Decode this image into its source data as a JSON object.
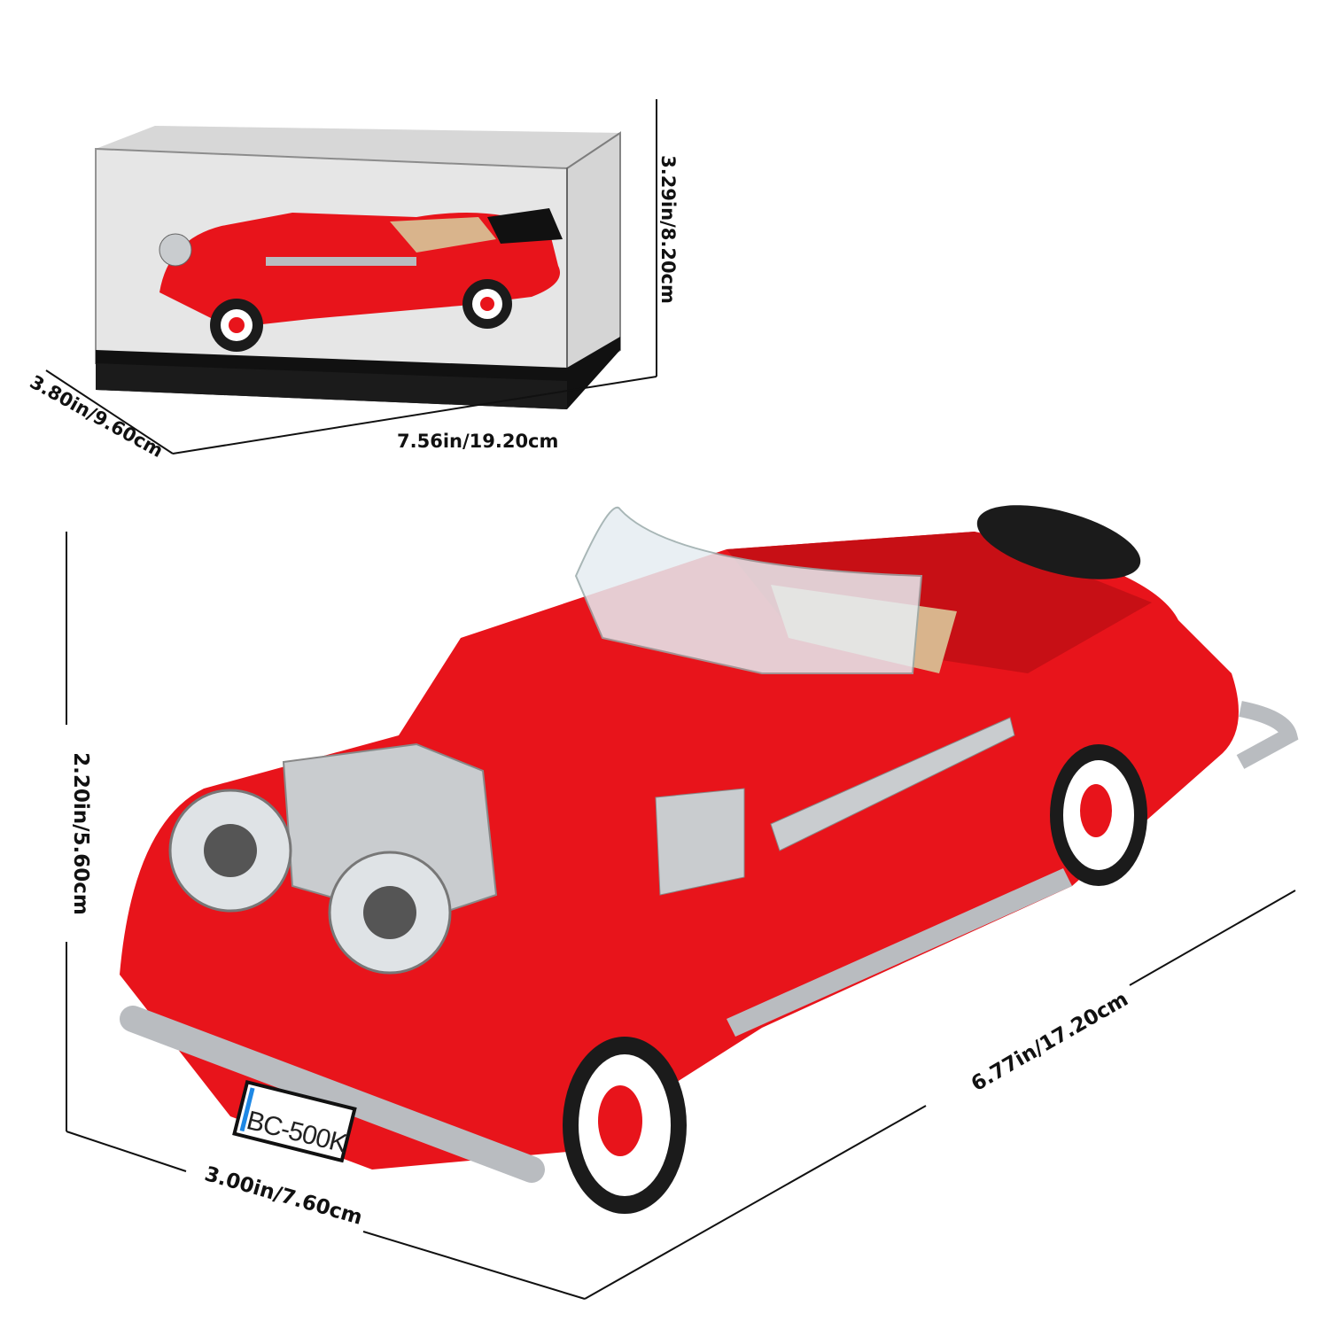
{
  "display_case": {
    "height_label": "3.29in/8.20cm",
    "depth_label": "3.80in/9.60cm",
    "width_label": "7.56in/19.20cm"
  },
  "car": {
    "height_label": "2.20in/5.60cm",
    "width_label": "3.00in/7.60cm",
    "length_label": "6.77in/17.20cm",
    "license_plate": "BC-500K"
  },
  "colors": {
    "body_red": "#e8141b",
    "chrome": "#b9bcc0",
    "case_dark": "#1b1b1b"
  }
}
